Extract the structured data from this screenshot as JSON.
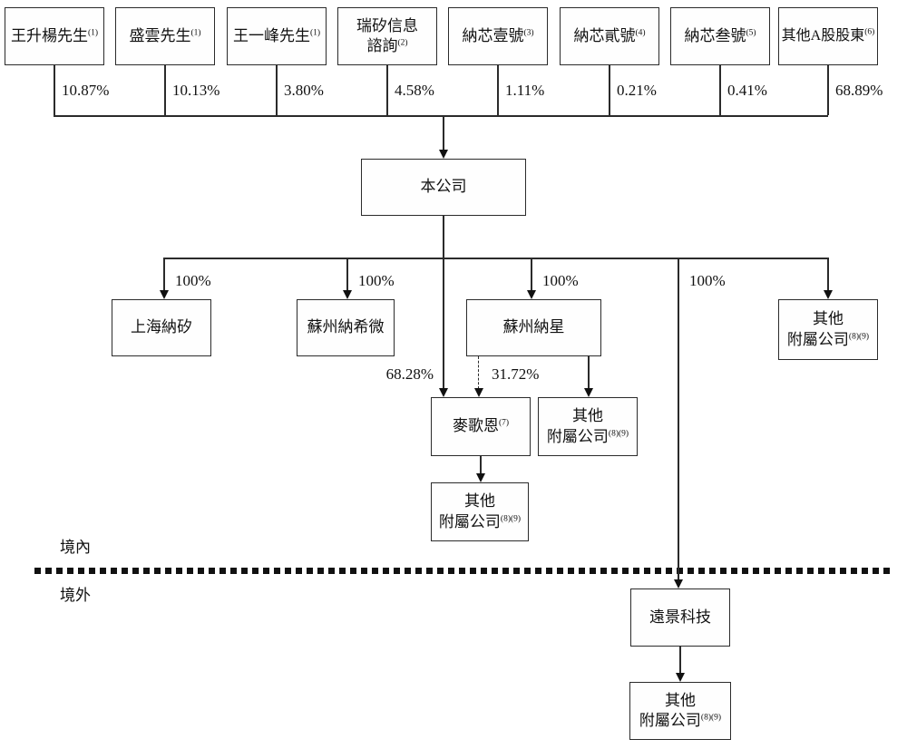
{
  "shareholders": [
    {
      "name": "王升楊先生",
      "sup": "(1)",
      "pct": "10.87%"
    },
    {
      "name": "盛雲先生",
      "sup": "(1)",
      "pct": "10.13%"
    },
    {
      "name": "王一峰先生",
      "sup": "(1)",
      "pct": "3.80%"
    },
    {
      "line1": "瑞矽信息",
      "line2": "諮詢",
      "sup": "(2)",
      "pct": "4.58%"
    },
    {
      "name": "納芯壹號",
      "sup": "(3)",
      "pct": "1.11%"
    },
    {
      "name": "納芯貳號",
      "sup": "(4)",
      "pct": "0.21%"
    },
    {
      "name": "納芯叁號",
      "sup": "(5)",
      "pct": "0.41%"
    },
    {
      "name": "其他A股股東",
      "sup": "(6)",
      "pct": "68.89%"
    }
  ],
  "nodes": {
    "company": "本公司",
    "shanghai_naxi": "上海納矽",
    "suzhou_naxiwei": "蘇州納希微",
    "suzhou_naxing": "蘇州納星",
    "magn": {
      "name": "麥歌恩",
      "sup": "(7)"
    },
    "other_sub": {
      "line1": "其他",
      "line2": "附屬公司",
      "sup": "(8)(9)"
    },
    "vision_tech": "遠景科技"
  },
  "ownership": {
    "full": "100%",
    "magn_direct": "68.28%",
    "magn_dashed": "31.72%"
  },
  "regions": {
    "onshore": "境內",
    "offshore": "境外"
  },
  "colors": {
    "line": "#2b2b2b",
    "text": "#111111",
    "background": "#ffffff"
  }
}
